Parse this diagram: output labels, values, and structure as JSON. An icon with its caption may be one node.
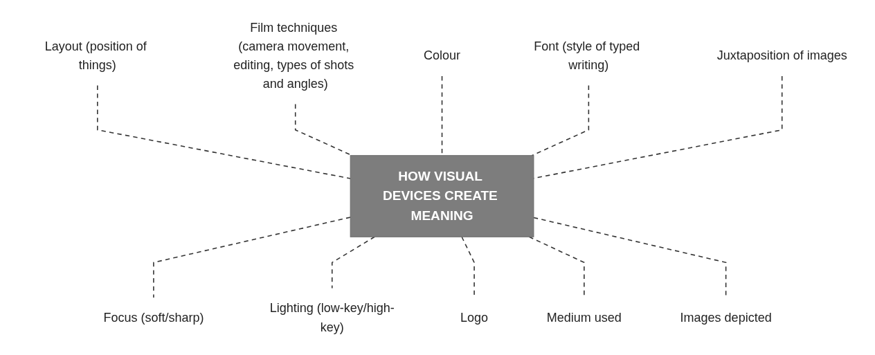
{
  "diagram": {
    "nodes": [
      {
        "text": [
          "Film techniques (camera movement, editing, types of shots and angles)"
        ]
      },
      {
        "text": [
          "Colour"
        ]
      },
      {
        "text": [
          "Font (style of typed writing)"
        ]
      },
      {
        "text": [
          "Juxtaposition of images"
        ]
      },
      {
        "text": [
          "Layout (position of things)"
        ]
      },
      {
        "text": [
          "HOW VISUAL DEVICES CREATE MEANING"
        ]
      },
      {
        "text": [
          "Images depicted"
        ]
      },
      {
        "text": [
          "Focus (soft/sharp)"
        ]
      },
      {
        "text": [
          "Lighting (low-key/high-key)"
        ]
      },
      {
        "text": [
          "Logo"
        ]
      },
      {
        "text": [
          "Medium used"
        ]
      }
    ],
    "edges": [
      {
        "from": 4,
        "to": 5,
        "arrow": "none",
        "style": "dashed"
      },
      {
        "from": 0,
        "to": 5,
        "arrow": "none",
        "style": "dashed"
      },
      {
        "from": 1,
        "to": 5,
        "arrow": "none",
        "style": "dashed"
      },
      {
        "from": 2,
        "to": 5,
        "arrow": "none",
        "style": "dashed"
      },
      {
        "from": 3,
        "to": 5,
        "arrow": "none",
        "style": "dashed"
      },
      {
        "from": 5,
        "to": 7,
        "arrow": "none",
        "style": "dashed"
      },
      {
        "from": 5,
        "to": 8,
        "arrow": "none",
        "style": "dashed"
      },
      {
        "from": 5,
        "to": 9,
        "arrow": "none",
        "style": "dashed"
      },
      {
        "from": 5,
        "to": 10,
        "arrow": "none",
        "style": "dashed"
      },
      {
        "from": 5,
        "to": 6,
        "arrow": "none",
        "style": "dashed"
      }
    ]
  }
}
